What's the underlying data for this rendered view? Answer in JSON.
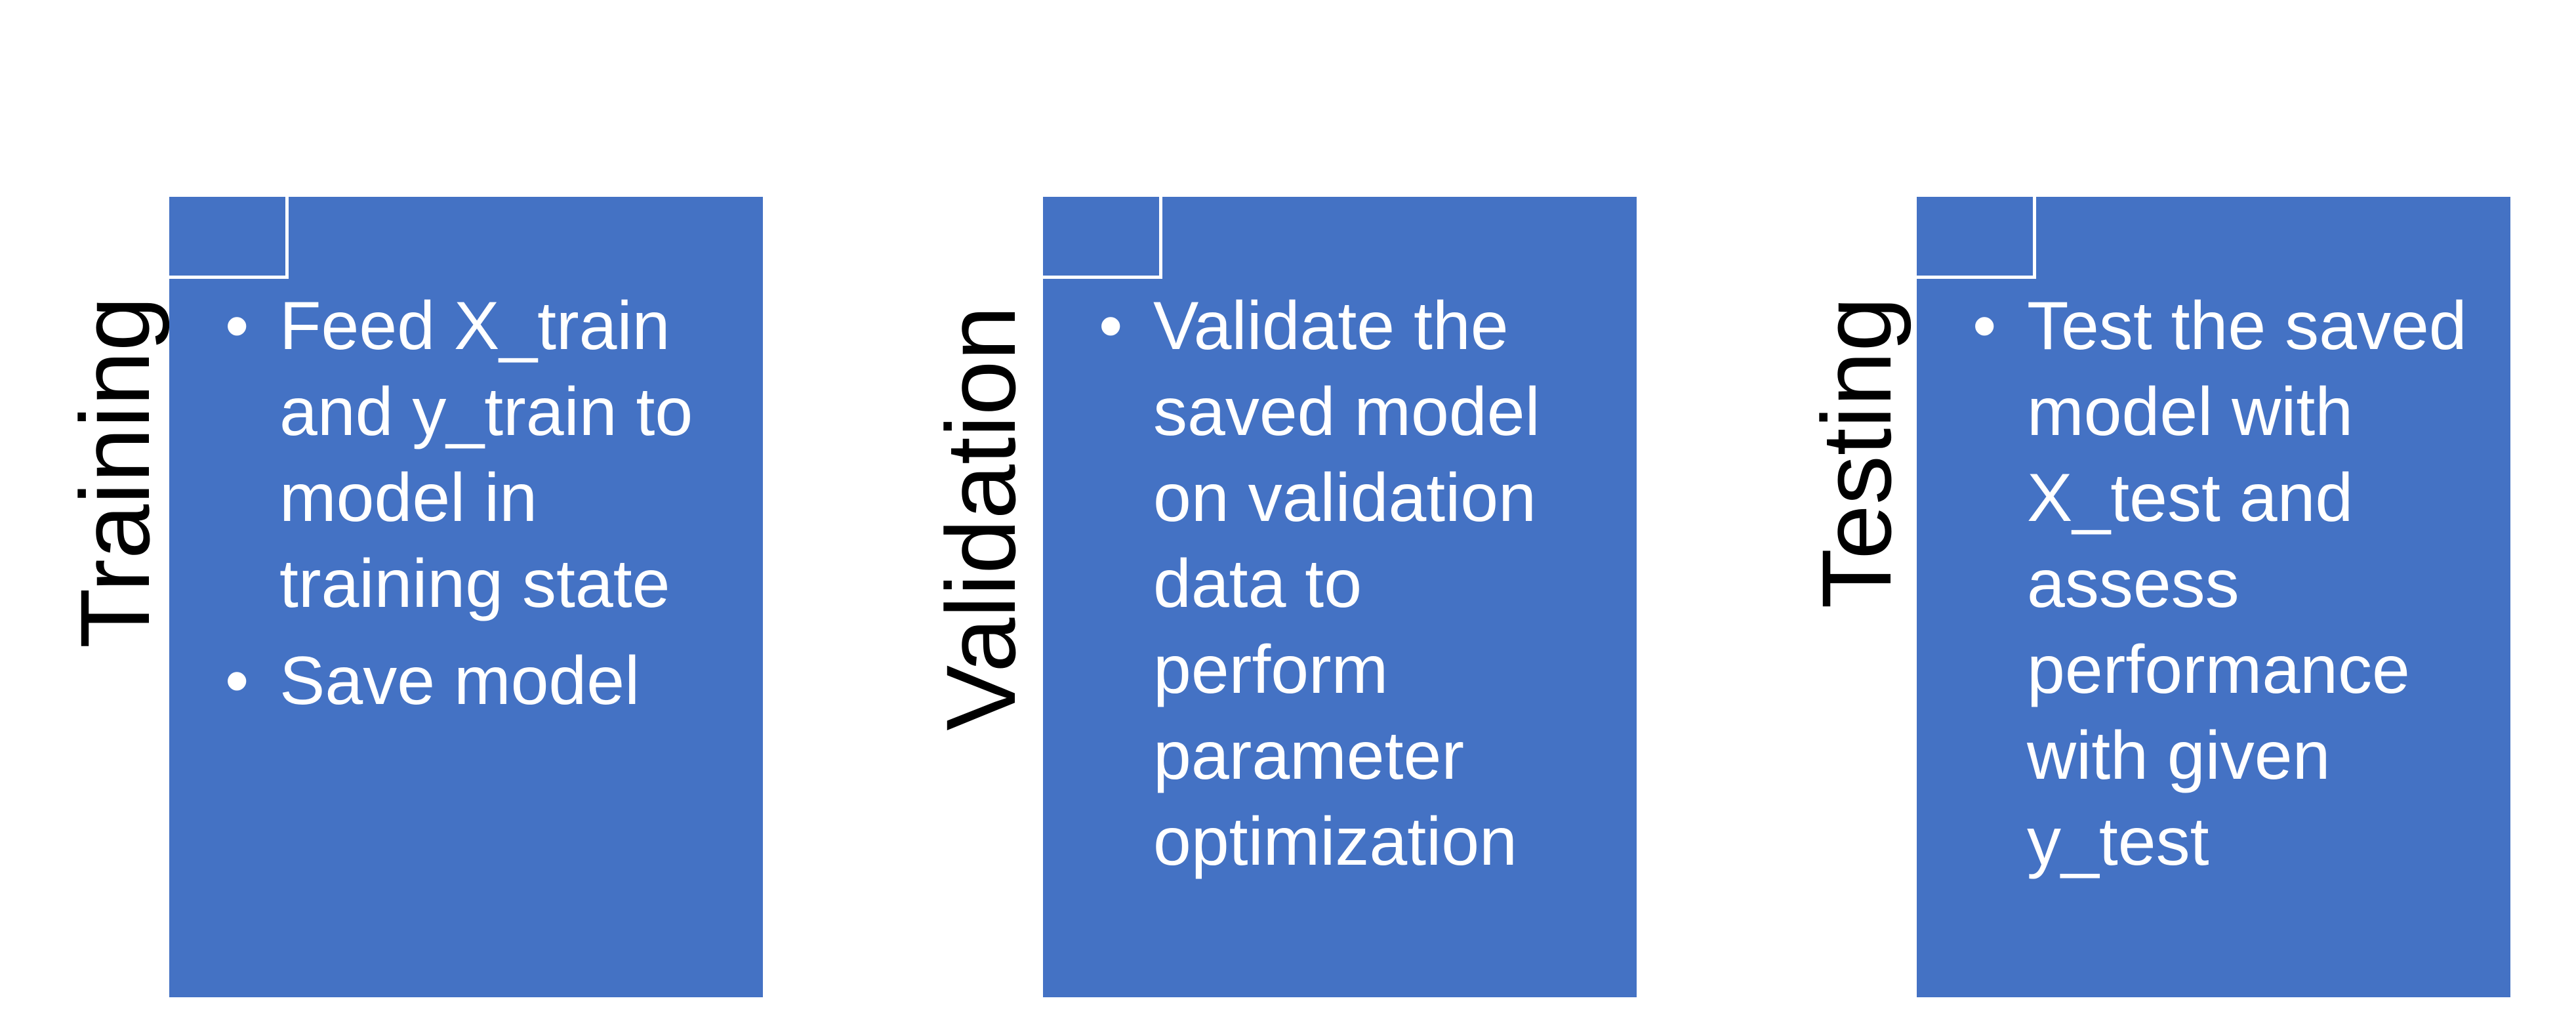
{
  "phases": [
    {
      "label": "Training",
      "bullets": [
        "Feed X_train and y_train to model in training state",
        "Save model"
      ]
    },
    {
      "label": "Validation",
      "bullets": [
        "Validate the saved model on validation data to perform parameter optimization"
      ]
    },
    {
      "label": "Testing",
      "bullets": [
        "Test the saved model with X_test and assess performance with given y_test"
      ]
    }
  ],
  "bullet_char": "•",
  "colors": {
    "panel": "#4472C4",
    "panel_text": "#FFFFFF",
    "label_text": "#000000",
    "background": "#FFFFFF"
  }
}
